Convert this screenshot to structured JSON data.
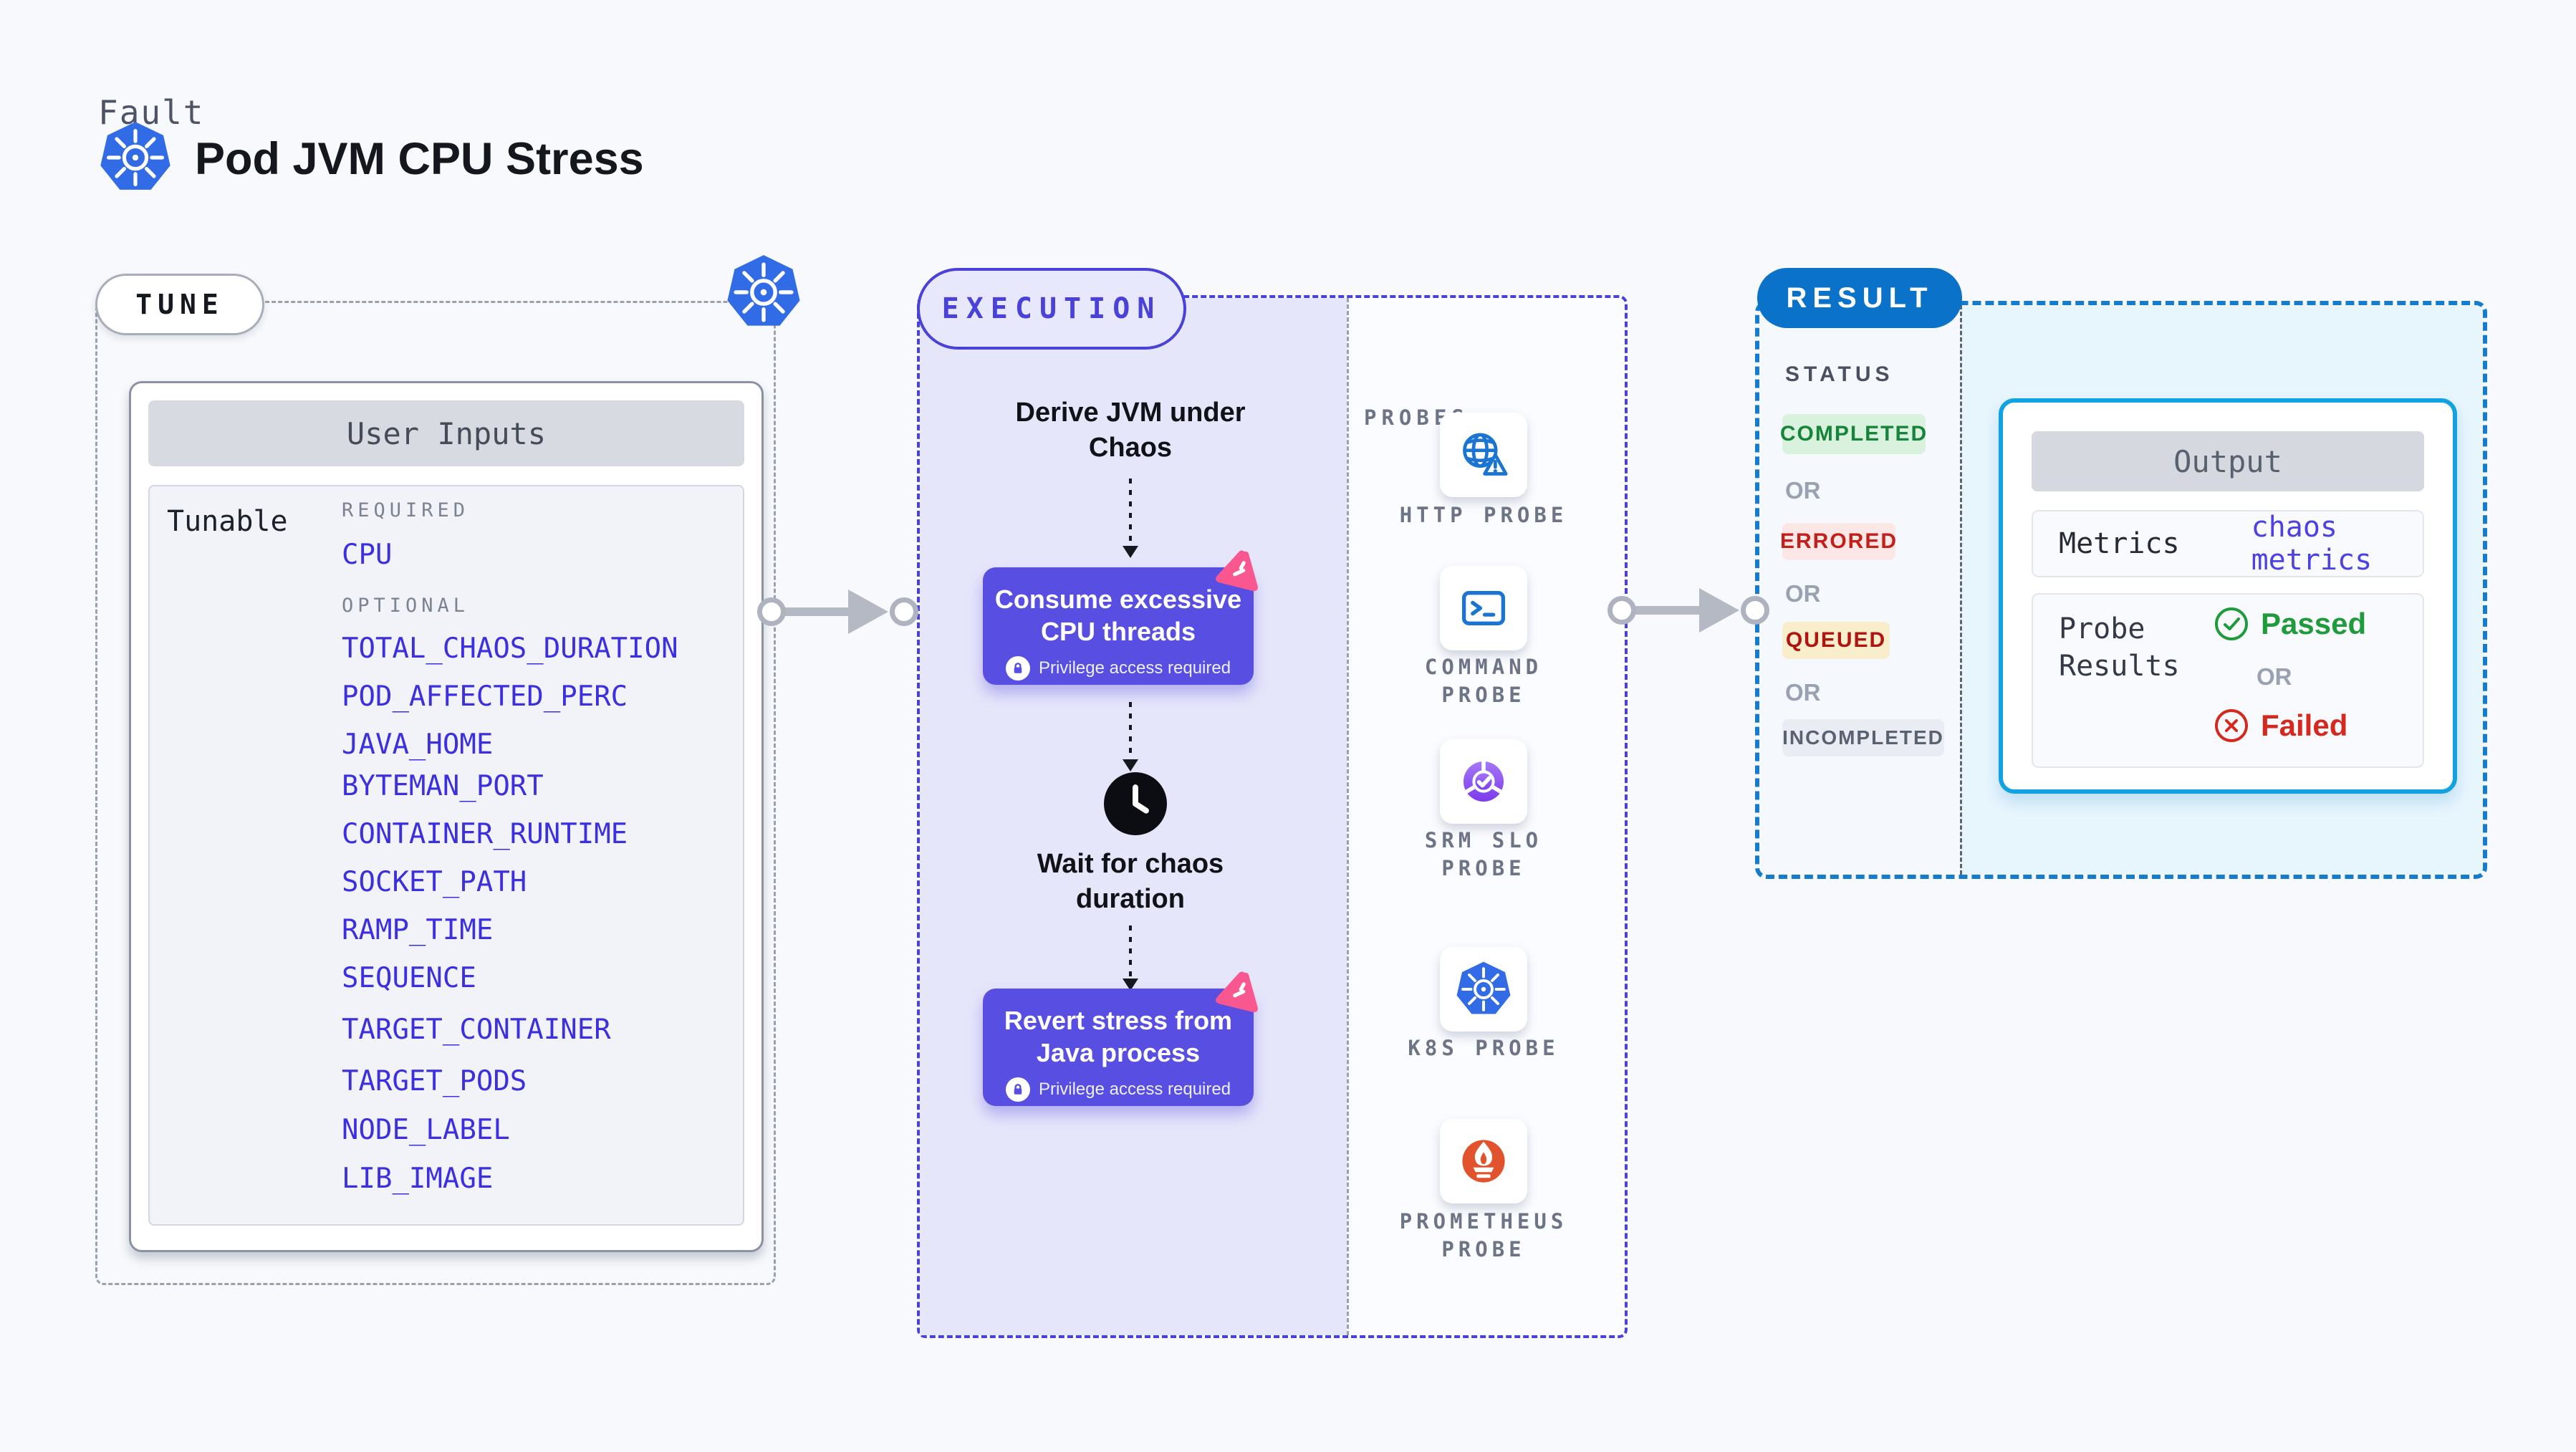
{
  "page": {
    "kicker": "Fault",
    "title": "Pod JVM CPU Stress"
  },
  "tune": {
    "pill": "TUNE",
    "card_title": "User Inputs",
    "row_label": "Tunable",
    "required_label": "REQUIRED",
    "required_params": [
      "CPU"
    ],
    "optional_label": "OPTIONAL",
    "optional_params": [
      "TOTAL_CHAOS_DURATION",
      "POD_AFFECTED_PERC",
      "JAVA_HOME",
      "BYTEMAN_PORT",
      "CONTAINER_RUNTIME",
      "SOCKET_PATH",
      "RAMP_TIME",
      "SEQUENCE",
      "TARGET_CONTAINER",
      "TARGET_PODS",
      "NODE_LABEL",
      "LIB_IMAGE"
    ]
  },
  "execution": {
    "pill": "EXECUTION",
    "step1_lines": [
      "Derive JVM under",
      "Chaos"
    ],
    "box1_lines": [
      "Consume excessive",
      "CPU threads"
    ],
    "privilege_note": "Privilege access required",
    "step2_lines": [
      "Wait for chaos",
      "duration"
    ],
    "box2_lines": [
      "Revert stress from",
      "Java process"
    ]
  },
  "probes": {
    "label": "PROBES",
    "items": [
      {
        "name": "HTTP PROBE",
        "icon": "globe-alert-icon",
        "lines": [
          "HTTP PROBE"
        ]
      },
      {
        "name": "COMMAND PROBE",
        "icon": "terminal-icon",
        "lines": [
          "COMMAND",
          "PROBE"
        ]
      },
      {
        "name": "SRM SLO PROBE",
        "icon": "slo-pie-check-icon",
        "lines": [
          "SRM SLO",
          "PROBE"
        ]
      },
      {
        "name": "K8S PROBE",
        "icon": "kubernetes-icon",
        "lines": [
          "K8S PROBE"
        ]
      },
      {
        "name": "PROMETHEUS PROBE",
        "icon": "prometheus-flame-icon",
        "lines": [
          "PROMETHEUS",
          "PROBE"
        ]
      }
    ]
  },
  "result": {
    "pill": "RESULT",
    "status_label": "STATUS",
    "or_label": "OR",
    "statuses": [
      {
        "label": "COMPLETED",
        "text_color": "#17843b",
        "bg_color": "#d9f2de"
      },
      {
        "label": "ERRORED",
        "text_color": "#c2201b",
        "bg_color": "#fbe7e5"
      },
      {
        "label": "QUEUED",
        "text_color": "#b01310",
        "bg_color": "#f9eecb"
      },
      {
        "label": "INCOMPLETED",
        "text_color": "#5a6170",
        "bg_color": "#e9ecf2"
      }
    ],
    "output": {
      "title": "Output",
      "metrics_label": "Metrics",
      "metrics_value": "chaos metrics",
      "probe_results_lines": [
        "Probe",
        "Results"
      ],
      "passed_label": "Passed",
      "or_label": "OR",
      "failed_label": "Failed"
    }
  },
  "colors": {
    "page_bg": "#f7f9fc",
    "param_link": "#3c2fe0",
    "execution_accent": "#4a42d8",
    "execution_fill": "#e6e6fa",
    "node_fill": "#584ee2",
    "result_pill_blue": "#0b72c9",
    "result_border_blue": "#157bca",
    "output_border_cyan": "#12a2e2",
    "output_fill_cyan": "#e7f5fd",
    "passed_green": "#1f9b3b",
    "failed_red": "#d5281e",
    "pink_badge": "#f8578f",
    "kubernetes_blue": "#316ce6",
    "probe_icon_blue": "#1a75d2",
    "srm_purple": "#7c3aed",
    "prometheus_orange": "#e0532c",
    "arrow_gray": "#b4b9c4"
  }
}
